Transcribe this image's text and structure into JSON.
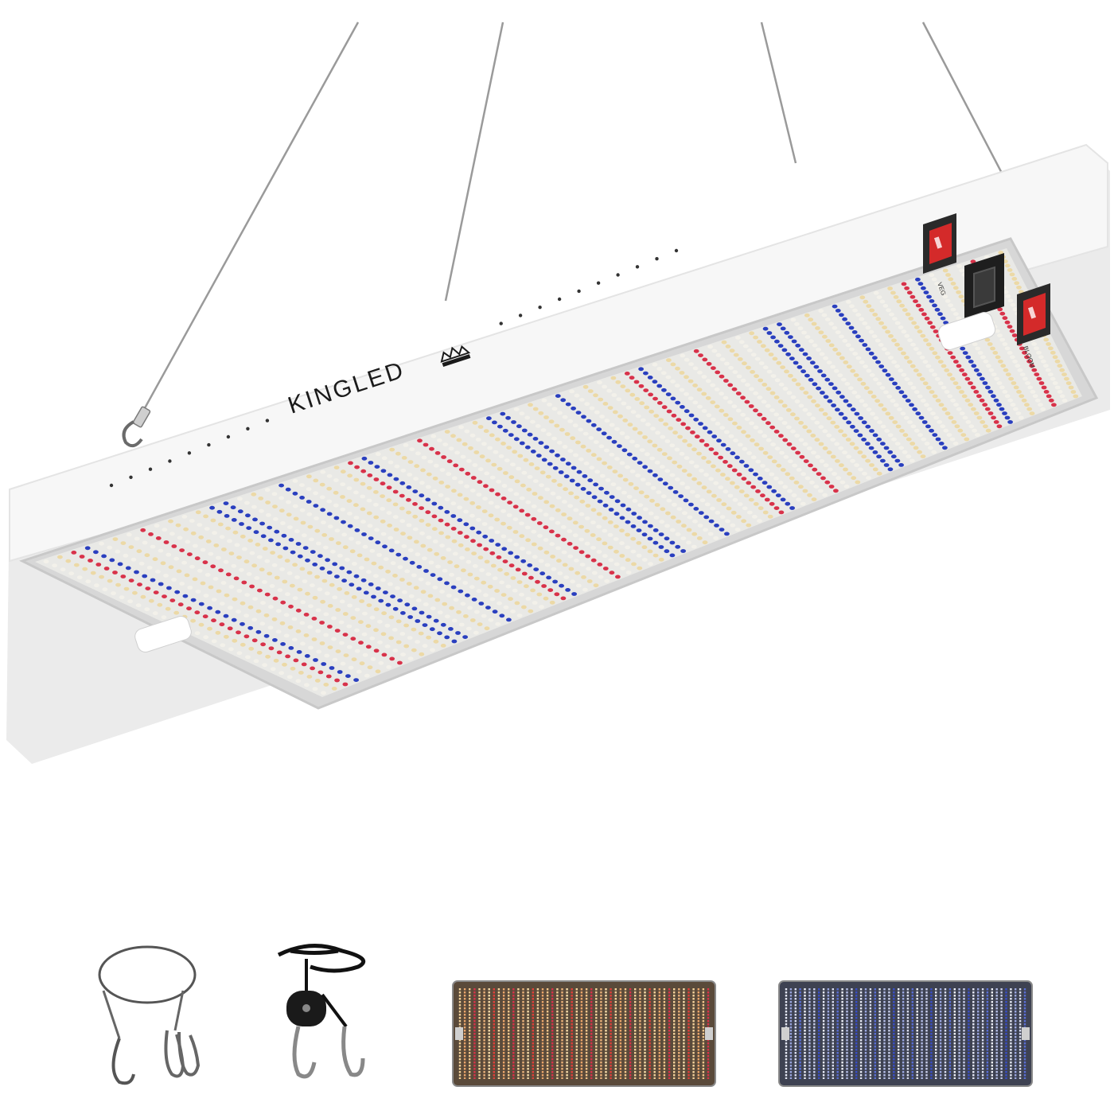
{
  "product": {
    "brand_logo_text": "KINGLED",
    "switch_labels": [
      "VEG",
      "BLOOM"
    ]
  },
  "led_colors": {
    "white": "#f3f1ea",
    "warm": "#ecd9a6",
    "red": "#d8324a",
    "blue": "#2a3fbf"
  },
  "accessories": [
    {
      "id": "steel-rope-hangers",
      "icon": "wire-hanger-icon"
    },
    {
      "id": "rope-ratchet",
      "icon": "rope-ratchet-icon"
    },
    {
      "id": "bloom-mode-panel",
      "icon": "bloom-mode-icon"
    },
    {
      "id": "veg-mode-panel",
      "icon": "veg-mode-icon"
    }
  ]
}
